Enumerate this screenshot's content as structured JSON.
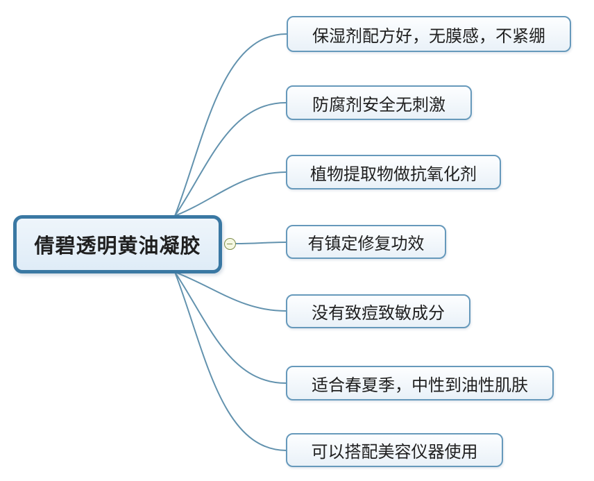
{
  "colors": {
    "background": "#ffffff",
    "connector": "#6292ae",
    "central_border": "#3a78a3",
    "central_fill_top": "#eef5fb",
    "central_fill_bottom": "#dfecf7",
    "branch_border": "#6699bb",
    "branch_fill_top": "#fdfeff",
    "branch_fill_bottom": "#e9f1f8",
    "collapse_border": "#7d8b4a",
    "collapse_fill": "#f5f8e3",
    "text": "#1f1f1f"
  },
  "central": {
    "label": "倩碧透明黄油凝胶"
  },
  "branches": [
    {
      "label": "保湿剂配方好，无膜感，不紧绷"
    },
    {
      "label": "防腐剂安全无刺激"
    },
    {
      "label": "植物提取物做抗氧化剂"
    },
    {
      "label": "有镇定修复功效"
    },
    {
      "label": "没有致痘致敏成分"
    },
    {
      "label": "适合春夏季，中性到油性肌肤"
    },
    {
      "label": "可以搭配美容仪器使用"
    }
  ]
}
